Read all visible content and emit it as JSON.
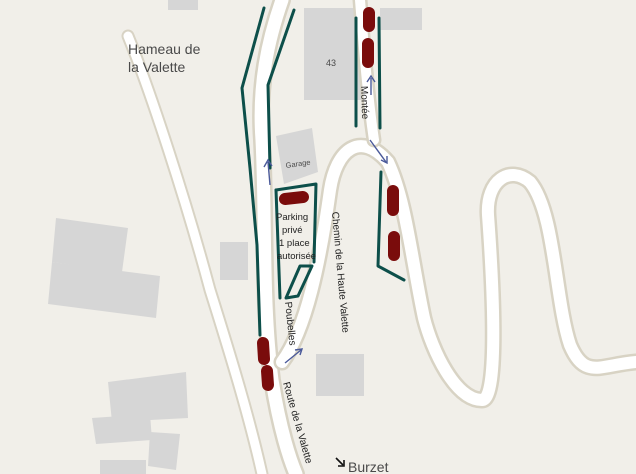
{
  "map": {
    "colors": {
      "background": "#f1efe9",
      "building": "#d6d6d6",
      "road_fill": "#ffffff",
      "road_edge": "#d8d3c4",
      "marking": "#0d4f4a",
      "parking_spot": "#7a0c0c",
      "arrow": "#4b5a9a"
    },
    "labels": {
      "hamlet_line1": "Hameau de",
      "hamlet_line2": "la Valette",
      "montee": "Montée",
      "garage": "Garage",
      "house_number": "43",
      "parking_line1": "Parking",
      "parking_line2": "privé",
      "parking_line3": "1 place",
      "parking_line4": "autorisée",
      "chemin": "Chemin de la Haute Valette",
      "poubelles": "Poubelles",
      "route": "Route de la Valette",
      "burzet": "Burzet"
    },
    "icons": {
      "direction": "arrow-down-right-icon"
    }
  }
}
